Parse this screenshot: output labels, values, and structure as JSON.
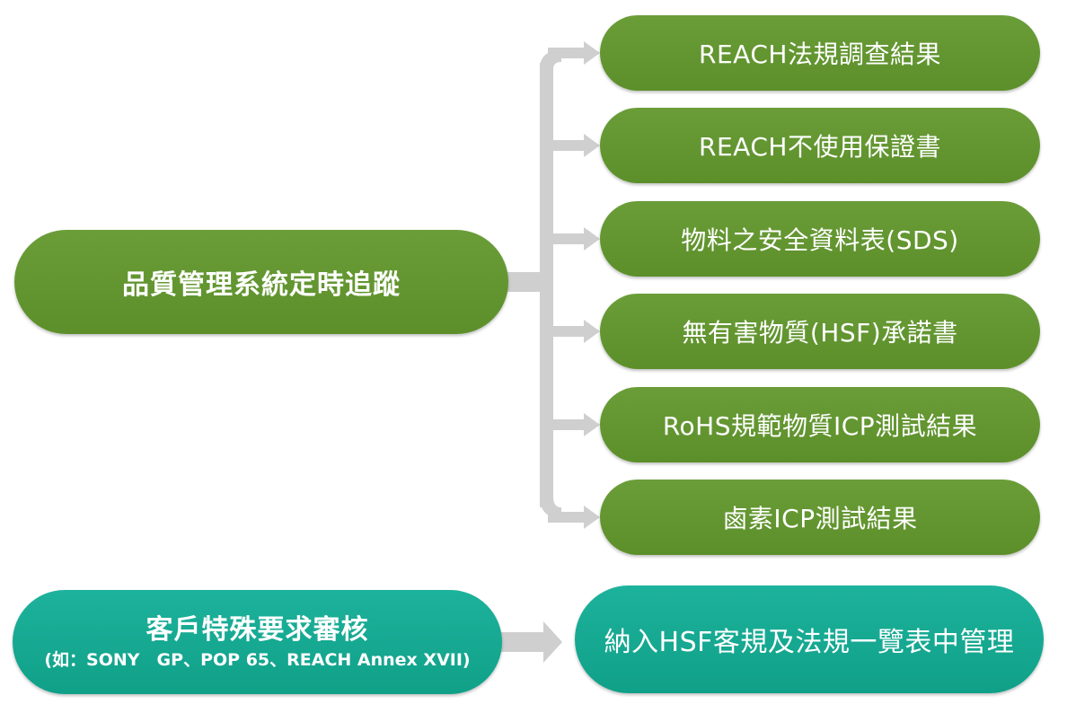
{
  "main_node": {
    "label": "品質管理系統定時追蹤"
  },
  "branches": [
    {
      "label": "REACH法規調查結果"
    },
    {
      "label": "REACH不使用保證書"
    },
    {
      "label": "物料之安全資料表(SDS)"
    },
    {
      "label": "無有害物質(HSF)承諾書"
    },
    {
      "label": "RoHS規範物質ICP測試結果"
    },
    {
      "label": "鹵素ICP測試結果"
    }
  ],
  "customer_node": {
    "title": "客戶特殊要求審核",
    "subtitle": "(如：SONY　GP、POP 65、REACH Annex XVII)"
  },
  "hsf_node": {
    "label": "納入HSF客規及法規一覽表中管理"
  },
  "colors": {
    "green": "#5e912c",
    "teal": "#14a78f",
    "connector": "#cfcfcf"
  }
}
